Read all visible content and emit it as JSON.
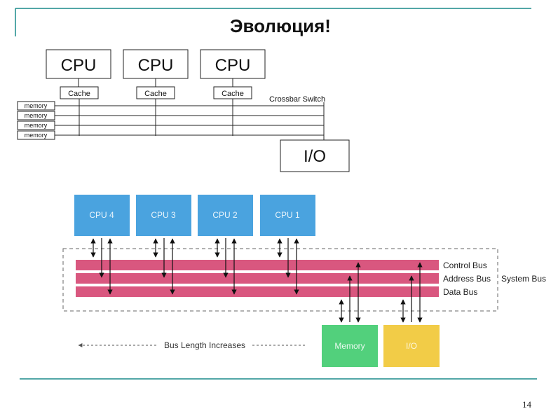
{
  "slide": {
    "title": "Эволюция!",
    "page_number": "14"
  },
  "crossbar_diagram": {
    "cpus": [
      {
        "label": "CPU",
        "cache": "Cache"
      },
      {
        "label": "CPU",
        "cache": "Cache"
      },
      {
        "label": "CPU",
        "cache": "Cache"
      }
    ],
    "memories": [
      "memory",
      "memory",
      "memory",
      "memory"
    ],
    "switch_label": "Crossbar Switch",
    "io_label": "I/O"
  },
  "bus_diagram": {
    "cpus": [
      "CPU 4",
      "CPU 3",
      "CPU 2",
      "CPU 1"
    ],
    "buses": [
      "Control Bus",
      "Address Bus",
      "Data Bus"
    ],
    "system_bus_label": "System Bus",
    "memory_label": "Memory",
    "io_label": "I/O",
    "bus_length_label": "Bus Length Increases",
    "colors": {
      "cpu": "#4aa3df",
      "bus": "#d9577f",
      "memory": "#52d07c",
      "io": "#f2cc47",
      "accent_line": "#1a8a8a"
    }
  }
}
